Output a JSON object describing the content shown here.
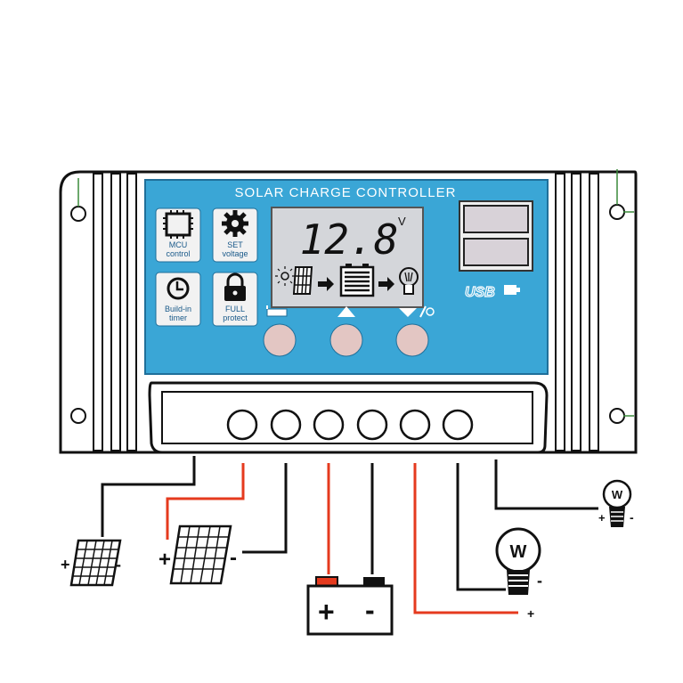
{
  "device": {
    "title": "SOLAR CHARGE CONTROLLER",
    "lcd": {
      "reading": "12.8",
      "unit": "V"
    },
    "features": [
      {
        "icon": "mcu-chip-icon",
        "lines": [
          "MCU",
          "control"
        ]
      },
      {
        "icon": "gear-icon",
        "lines": [
          "SET",
          "voltage"
        ]
      },
      {
        "icon": "clock-icon",
        "lines": [
          "Build-in",
          "timer"
        ]
      },
      {
        "icon": "lock-icon",
        "lines": [
          "FULL",
          "protect"
        ]
      }
    ],
    "usb_label": "USB",
    "buttons": [
      "menu-button",
      "up-button",
      "down-button"
    ],
    "terminal_count": 6
  },
  "wiring": {
    "solar_signs": [
      "+",
      "-"
    ],
    "battery_signs": [
      "+",
      "-"
    ],
    "load_signs": [
      "+",
      "-"
    ],
    "lamp_letter": "W"
  },
  "colors": {
    "panel_blue": "#3aa6d6",
    "lcd_bg": "#d4d6da",
    "red_wire": "#e53a1e",
    "black_wire": "#111111",
    "button": "#e3c6c3"
  }
}
